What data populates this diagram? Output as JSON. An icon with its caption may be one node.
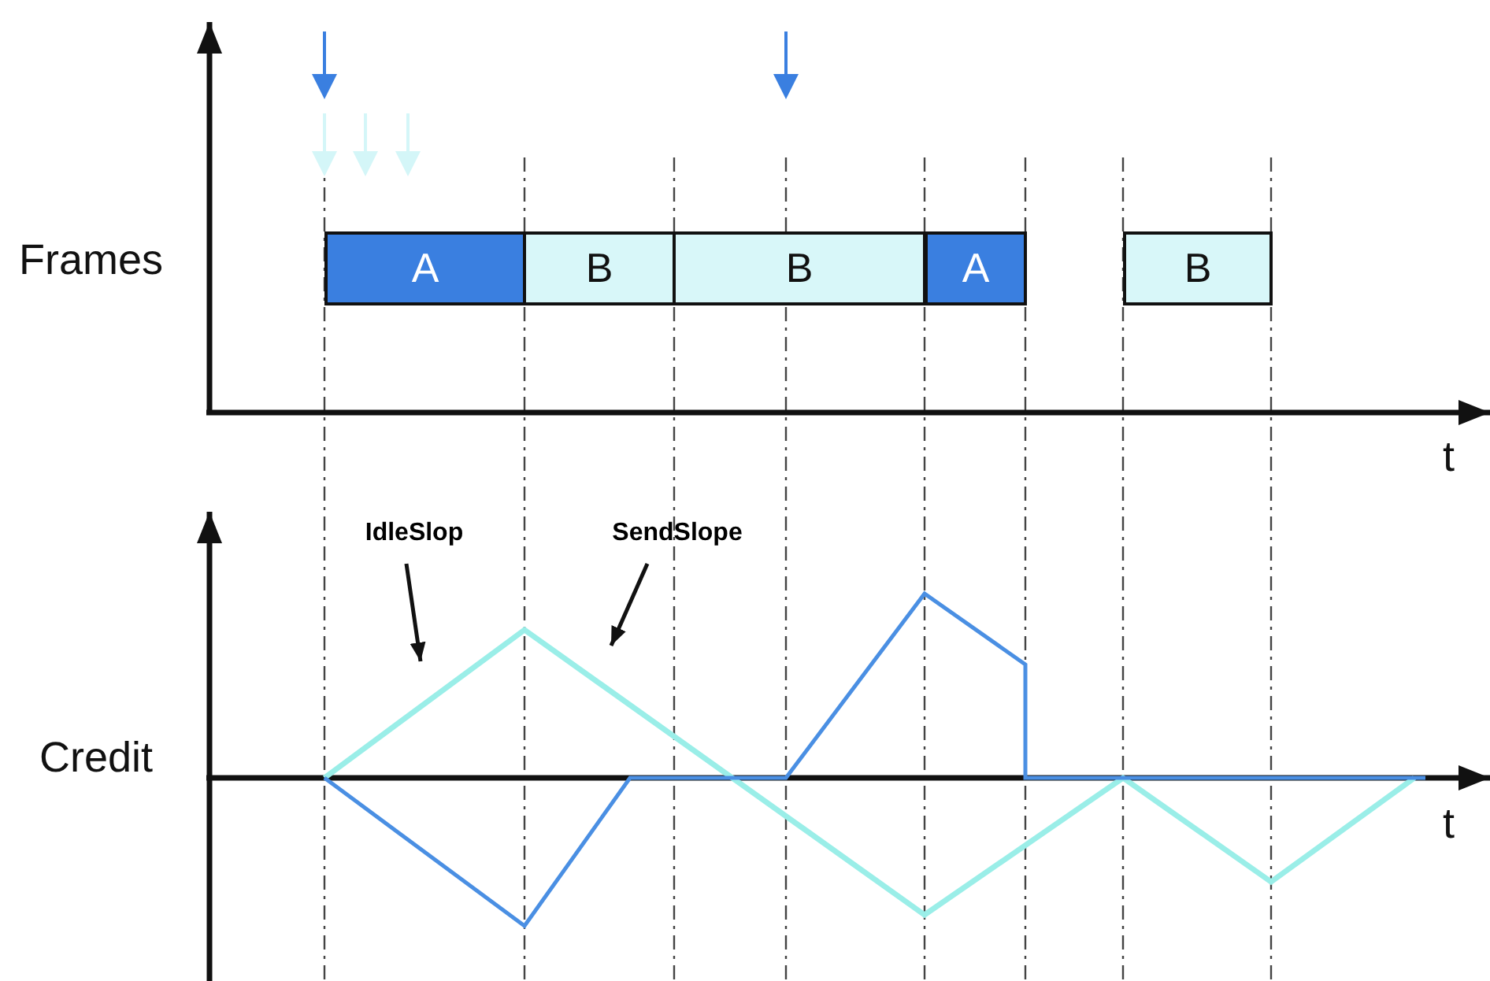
{
  "diagram": {
    "nodes": [
      {
        "text": [
          "A"
        ]
      },
      {
        "text": [
          "B"
        ]
      },
      {
        "text": [
          "B"
        ]
      },
      {
        "text": [
          "A"
        ]
      },
      {
        "text": [
          "B"
        ]
      },
      {
        "text": [
          "IdleSlop"
        ]
      },
      {
        "text": [
          "SendSlope"
        ]
      }
    ],
    "edges": [
      {
        "from": 5,
        "to": null,
        "arrow": "to"
      },
      {
        "from": 6,
        "to": null,
        "arrow": "to"
      }
    ],
    "labels": [
      "Frames",
      "t",
      "Credit",
      "t"
    ]
  }
}
